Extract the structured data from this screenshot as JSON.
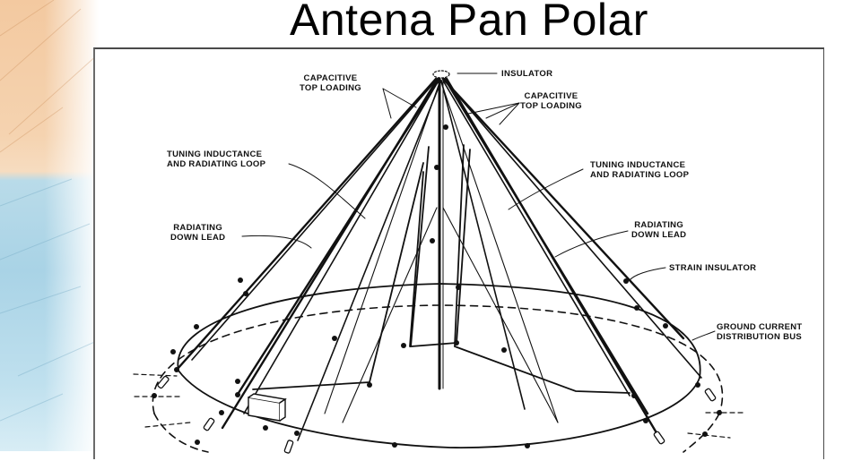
{
  "slide": {
    "title": "Antena Pan Polar"
  },
  "diagram": {
    "labels": {
      "insulator": "INSULATOR",
      "cap_top_left_1": "CAPACITIVE",
      "cap_top_left_2": "TOP LOADING",
      "cap_top_right_1": "CAPACITIVE",
      "cap_top_right_2": "TOP LOADING",
      "tuning_left_1": "TUNING INDUCTANCE",
      "tuning_left_2": "AND RADIATING LOOP",
      "tuning_right_1": "TUNING INDUCTANCE",
      "tuning_right_2": "AND RADIATING LOOP",
      "radiating_left_1": "RADIATING",
      "radiating_left_2": "DOWN LEAD",
      "radiating_right_1": "RADIATING",
      "radiating_right_2": "DOWN LEAD",
      "strain_insulator": "STRAIN INSULATOR",
      "ground_bus_1": "GROUND CURRENT",
      "ground_bus_2": "DISTRIBUTION BUS"
    },
    "colors": {
      "ink": "#111111",
      "frame": "#4a4a4a"
    }
  }
}
